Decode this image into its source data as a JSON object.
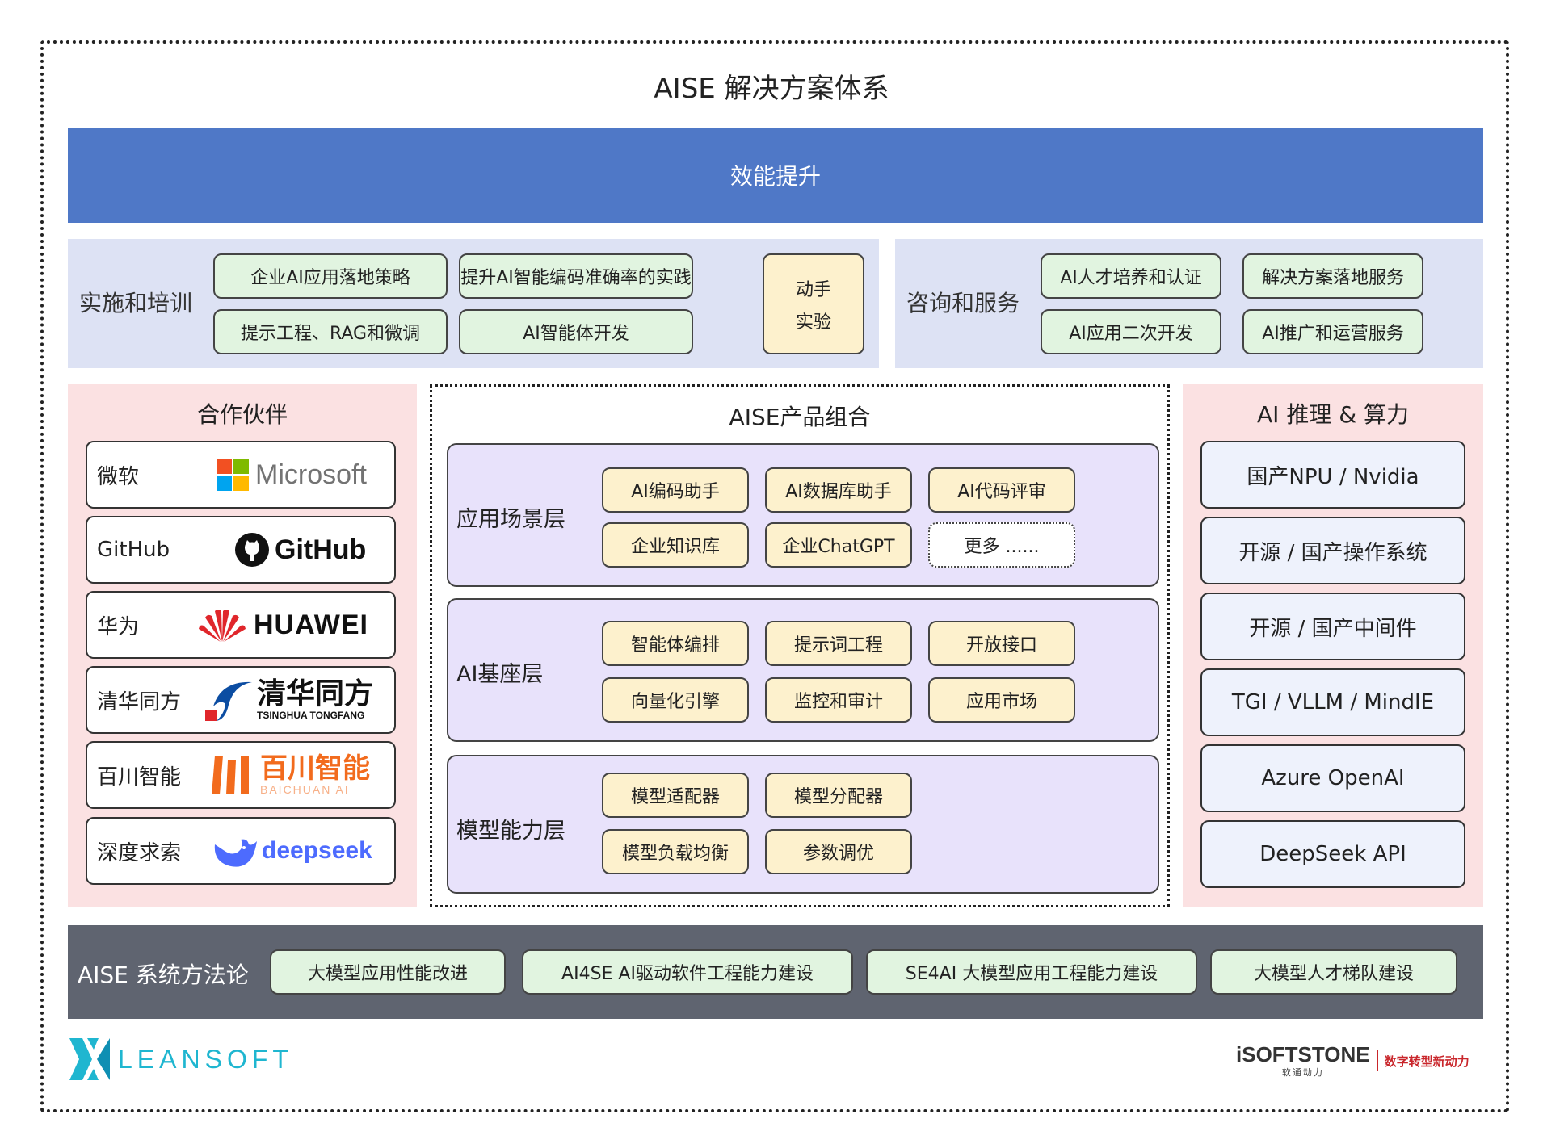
{
  "title": "AISE 解决方案体系",
  "efficiency": "效能提升",
  "training": {
    "label": "实施和培训",
    "items": [
      "企业AI应用落地策略",
      "提升AI智能编码准确率的实践",
      "提示工程、RAG和微调",
      "AI智能体开发"
    ],
    "lab_line1": "动手",
    "lab_line2": "实验"
  },
  "consulting": {
    "label": "咨询和服务",
    "items": [
      "AI人才培养和认证",
      "解决方案落地服务",
      "AI应用二次开发",
      "AI推广和运营服务"
    ]
  },
  "partners": {
    "title": "合作伙伴",
    "items": [
      {
        "name": "微软",
        "logo_text": "Microsoft"
      },
      {
        "name": "GitHub",
        "logo_text": "GitHub"
      },
      {
        "name": "华为",
        "logo_text": "HUAWEI"
      },
      {
        "name": "清华同方",
        "logo_text": "清华同方",
        "logo_sub": "TSINGHUA TONGFANG"
      },
      {
        "name": "百川智能",
        "logo_text": "百川智能",
        "logo_sub": "BAICHUAN AI"
      },
      {
        "name": "深度求索",
        "logo_text": "deepseek"
      }
    ]
  },
  "products": {
    "title": "AISE产品组合",
    "layers": [
      {
        "label": "应用场景层",
        "items": [
          "AI编码助手",
          "AI数据库助手",
          "AI代码评审",
          "企业知识库",
          "企业ChatGPT",
          "更多 ......"
        ]
      },
      {
        "label": "AI基座层",
        "items": [
          "智能体编排",
          "提示词工程",
          "开放接口",
          "向量化引擎",
          "监控和审计",
          "应用市场"
        ]
      },
      {
        "label": "模型能力层",
        "items": [
          "模型适配器",
          "模型分配器",
          "模型负载均衡",
          "参数调优"
        ]
      }
    ]
  },
  "compute": {
    "title": "AI 推理 & 算力",
    "items": [
      "国产NPU / Nvidia",
      "开源 / 国产操作系统",
      "开源 / 国产中间件",
      "TGI / VLLM / MindIE",
      "Azure OpenAI",
      "DeepSeek API"
    ]
  },
  "methodology": {
    "label": "AISE 系统方法论",
    "items": [
      "大模型应用性能改进",
      "AI4SE AI驱动软件工程能力建设",
      "SE4AI 大模型应用工程能力建设",
      "大模型人才梯队建设"
    ]
  },
  "footer": {
    "left_logo": "LEANSOFT",
    "right_logo": "iSOFTSTONE",
    "right_sub": "软通动力",
    "right_slogan": "数字转型新动力"
  },
  "colors": {
    "efficiency": "#4f78c7",
    "band": "#dde2f4",
    "green_pill": "#e1f4e0",
    "yellow_pill": "#fdf1cd",
    "lavender": "#e8e2fb",
    "pink_column": "#fbe1e2",
    "methodology_band": "#5f6470"
  }
}
